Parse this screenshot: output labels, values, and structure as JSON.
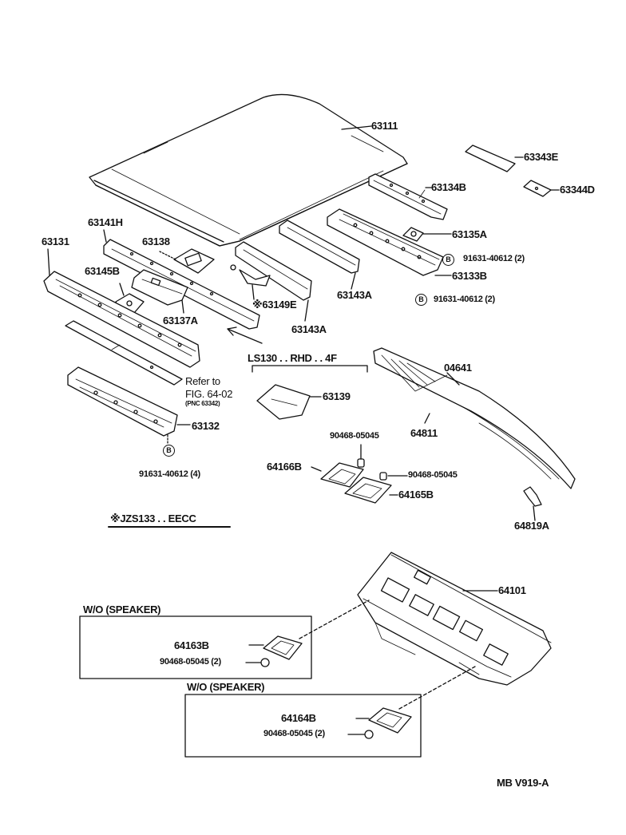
{
  "labels": {
    "p63111": "63111",
    "p63343E": "63343E",
    "p63344D": "63344D",
    "p63134B": "63134B",
    "p63135A": "63135A",
    "p91631_2a": "91631-40612 (2)",
    "p63133B": "63133B",
    "p91631_2b": "91631-40612 (2)",
    "p63143A_a": "63143A",
    "p63143A_b": "63143A",
    "p63141H": "63141H",
    "p63138": "63138",
    "p63131": "63131",
    "p63145B": "63145B",
    "p63149E": "※63149E",
    "p63137A": "63137A",
    "variant": "LS130 . . RHD . . 4F",
    "p04641": "04641",
    "p63139": "63139",
    "p64811": "64811",
    "ref_line1": "Refer to",
    "ref_line2": "FIG. 64-02",
    "ref_line3": "(PNC 63342)",
    "p63132": "63132",
    "p91631_4": "91631-40612 (4)",
    "p90468_a": "90468-05045",
    "p64166B": "64166B",
    "p90468_b": "90468-05045",
    "p64165B": "64165B",
    "p64819A": "64819A",
    "note": "※JZS133 . . EECC",
    "p64101": "64101",
    "wo_speaker_1": "W/O (SPEAKER)",
    "p64163B": "64163B",
    "p90468_c": "90468-05045 (2)",
    "wo_speaker_2": "W/O (SPEAKER)",
    "p64164B": "64164B",
    "p90468_d": "90468-05045 (2)",
    "figure_code": "MB V919-A",
    "bolt_mark": "B"
  }
}
